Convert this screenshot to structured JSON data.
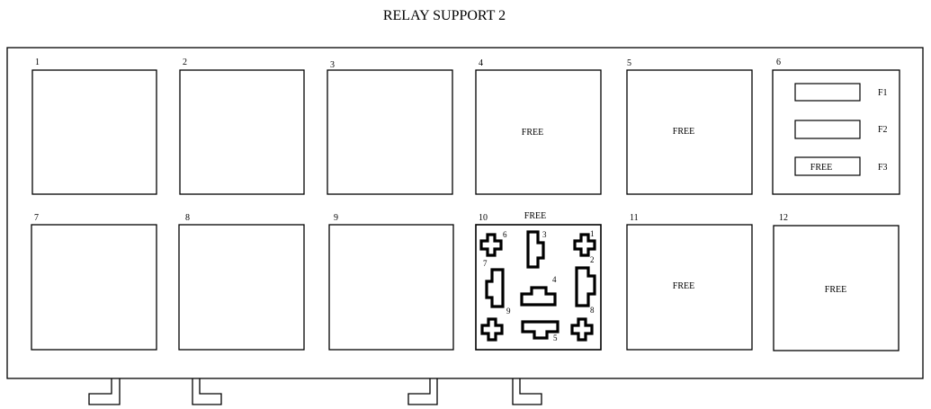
{
  "title": "RELAY SUPPORT 2",
  "free_label": "FREE",
  "slots": [
    {
      "number": "1",
      "label": ""
    },
    {
      "number": "2",
      "label": ""
    },
    {
      "number": "3",
      "label": ""
    },
    {
      "number": "4",
      "label": "FREE"
    },
    {
      "number": "5",
      "label": "FREE"
    },
    {
      "number": "6",
      "label": ""
    },
    {
      "number": "7",
      "label": ""
    },
    {
      "number": "8",
      "label": ""
    },
    {
      "number": "9",
      "label": ""
    },
    {
      "number": "10",
      "label": "FREE"
    },
    {
      "number": "11",
      "label": "FREE"
    },
    {
      "number": "12",
      "label": "FREE"
    }
  ],
  "fuses": [
    {
      "id": "F1",
      "label": ""
    },
    {
      "id": "F2",
      "label": ""
    },
    {
      "id": "F3",
      "label": "FREE"
    }
  ],
  "relay_terminals": [
    "1",
    "2",
    "3",
    "4",
    "5",
    "6",
    "7",
    "8",
    "9"
  ]
}
